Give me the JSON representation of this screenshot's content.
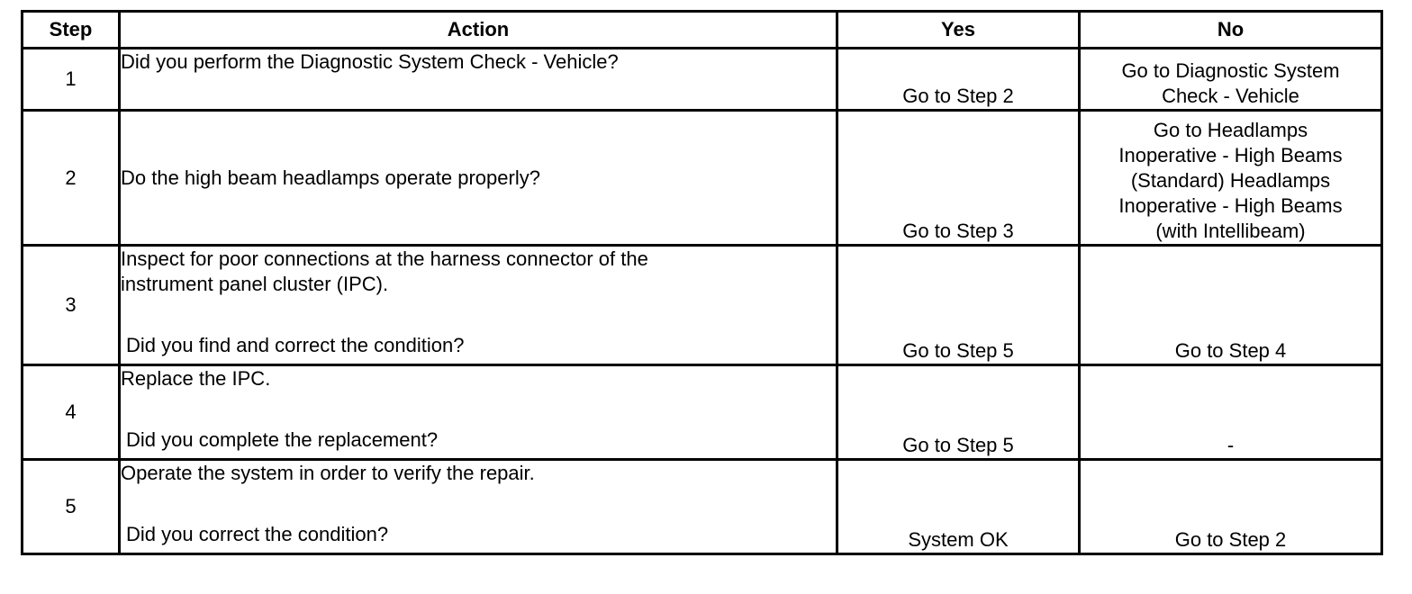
{
  "table": {
    "headers": {
      "step": "Step",
      "action": "Action",
      "yes": "Yes",
      "no": "No"
    },
    "rows": [
      {
        "step": "1",
        "action": "Did you perform the Diagnostic System Check - Vehicle?",
        "question": "",
        "yes": "Go to Step 2",
        "no_lines": [
          "Go to Diagnostic System",
          "Check - Vehicle"
        ]
      },
      {
        "step": "2",
        "action": "Do the high beam headlamps operate properly?",
        "question": "",
        "yes": "Go to Step 3",
        "no_lines": [
          "Go to Headlamps",
          "Inoperative - High Beams",
          "(Standard) Headlamps",
          "Inoperative - High Beams",
          "(with Intellibeam)"
        ]
      },
      {
        "step": "3",
        "action_lines": [
          "Inspect for poor connections at the harness connector of the",
          "instrument panel cluster (IPC)."
        ],
        "question": "Did you find and correct the condition?",
        "yes": "Go to Step 5",
        "no_lines": [
          "Go to Step 4"
        ]
      },
      {
        "step": "4",
        "action": "Replace the IPC.",
        "question": "Did you complete the replacement?",
        "yes": "Go to Step 5",
        "no_lines": [
          "-"
        ]
      },
      {
        "step": "5",
        "action": "Operate the system in order to verify the repair.",
        "question": "Did you correct the condition?",
        "yes": "System OK",
        "no_lines": [
          "Go to Step 2"
        ]
      }
    ]
  }
}
